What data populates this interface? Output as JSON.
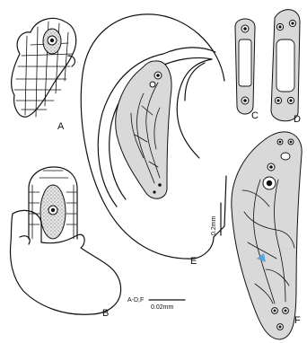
{
  "figure": {
    "panel_labels": {
      "a": "A",
      "b": "B",
      "c": "C",
      "d": "D",
      "e": "E",
      "f": "F"
    },
    "scale_bars": {
      "main_caption": "A-D,F",
      "main_value": "0.02mm",
      "e_value": "0.2mm"
    },
    "accent_color": "#4aa3df"
  }
}
